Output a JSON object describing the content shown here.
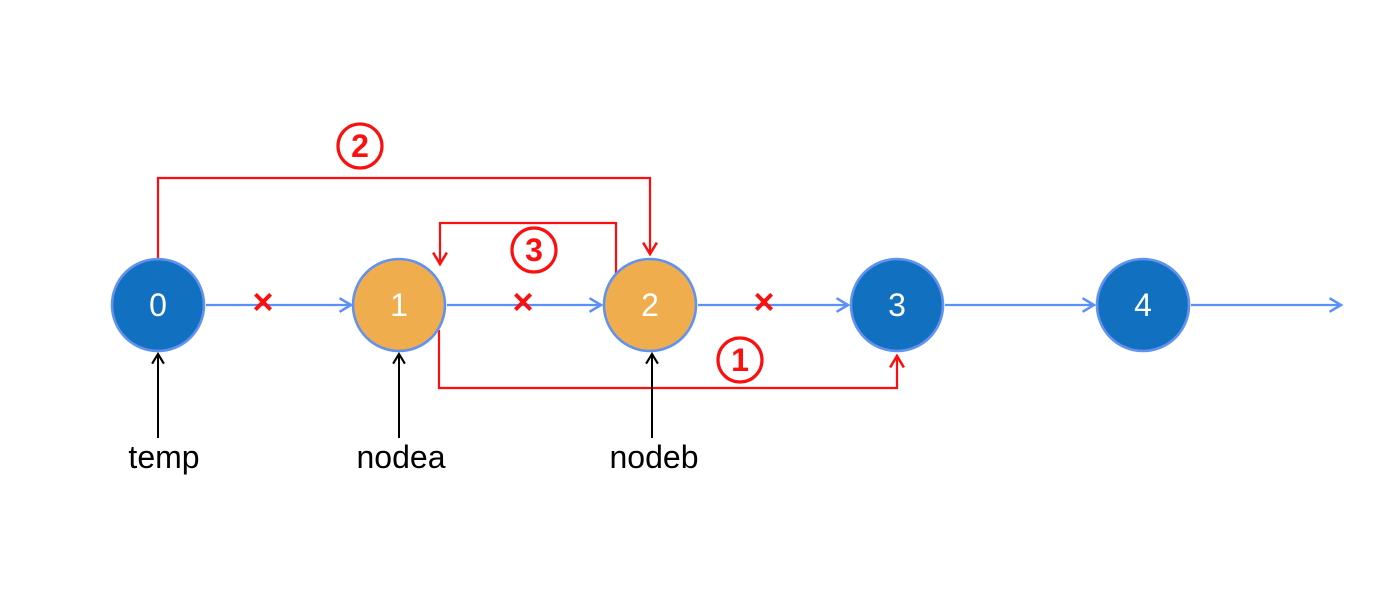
{
  "colors": {
    "background": "#ffffff",
    "node_blue": "#1270c0",
    "node_orange": "#f0ad4d",
    "node_border": "#6292f0",
    "link_blue": "#5b8ff9",
    "annotation_red": "#fb0f0f",
    "pointer_black": "#000000",
    "node_text": "#ffffff"
  },
  "nodes": [
    {
      "label": "0",
      "fill": "blue"
    },
    {
      "label": "1",
      "fill": "orange"
    },
    {
      "label": "2",
      "fill": "orange"
    },
    {
      "label": "3",
      "fill": "blue"
    },
    {
      "label": "4",
      "fill": "blue"
    }
  ],
  "break_marks": [
    {
      "symbol": "×",
      "between": "0-1"
    },
    {
      "symbol": "×",
      "between": "1-2"
    },
    {
      "symbol": "×",
      "between": "2-3"
    }
  ],
  "step_badges": {
    "step1": {
      "label": "1",
      "arrow": "node 1 to node 3"
    },
    "step2": {
      "label": "2",
      "arrow": "node 0 to node 2"
    },
    "step3": {
      "label": "3",
      "arrow": "node 2 to node 1"
    }
  },
  "pointers": [
    {
      "label": "temp",
      "points_to": "0"
    },
    {
      "label": "nodea",
      "points_to": "1"
    },
    {
      "label": "nodeb",
      "points_to": "2"
    }
  ]
}
